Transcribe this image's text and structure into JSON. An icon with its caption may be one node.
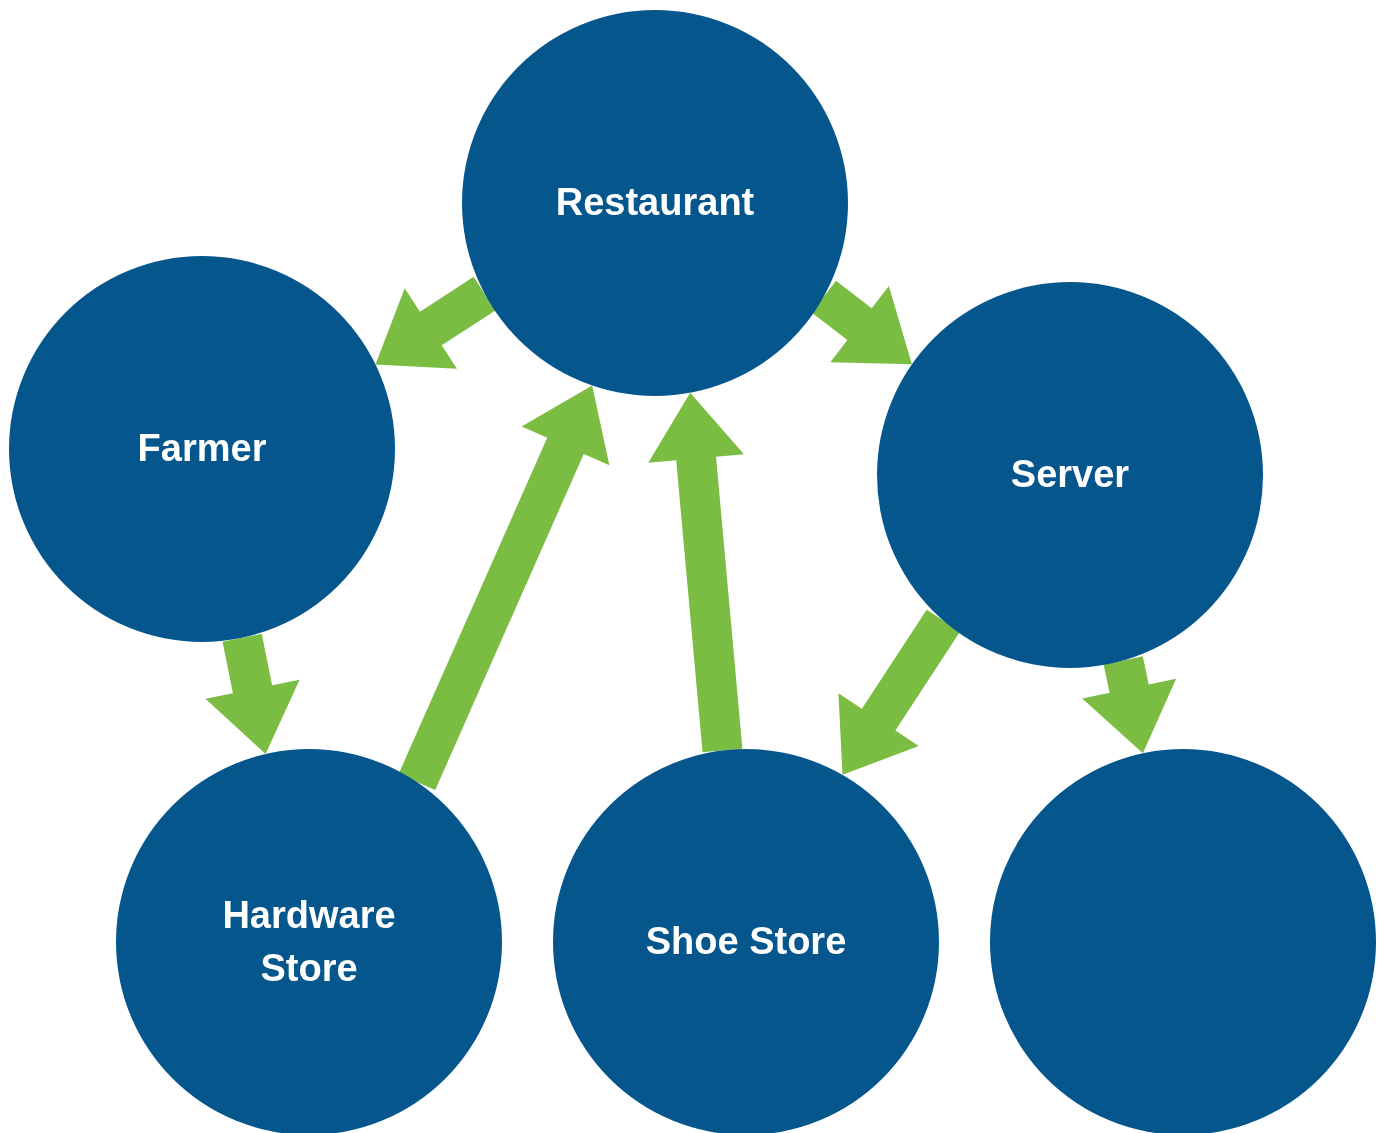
{
  "diagram": {
    "nodes": [
      {
        "text": [
          "Restaurant"
        ]
      },
      {
        "text": [
          "Farmer"
        ]
      },
      {
        "text": [
          "Server"
        ]
      },
      {
        "text": [
          "Hardware Store"
        ]
      },
      {
        "text": [
          "Shoe Store"
        ]
      },
      {
        "text": [],
        "shape": "circle"
      }
    ],
    "edges": [
      {
        "from": 0,
        "to": 1,
        "arrow": "to"
      },
      {
        "from": 0,
        "to": 2,
        "arrow": "to"
      },
      {
        "from": 1,
        "to": 3,
        "arrow": "to"
      },
      {
        "from": 3,
        "to": 0,
        "arrow": "to"
      },
      {
        "from": 4,
        "to": 0,
        "arrow": "to"
      },
      {
        "from": 2,
        "to": 4,
        "arrow": "to"
      },
      {
        "from": 2,
        "to": 5,
        "arrow": "to"
      }
    ]
  }
}
